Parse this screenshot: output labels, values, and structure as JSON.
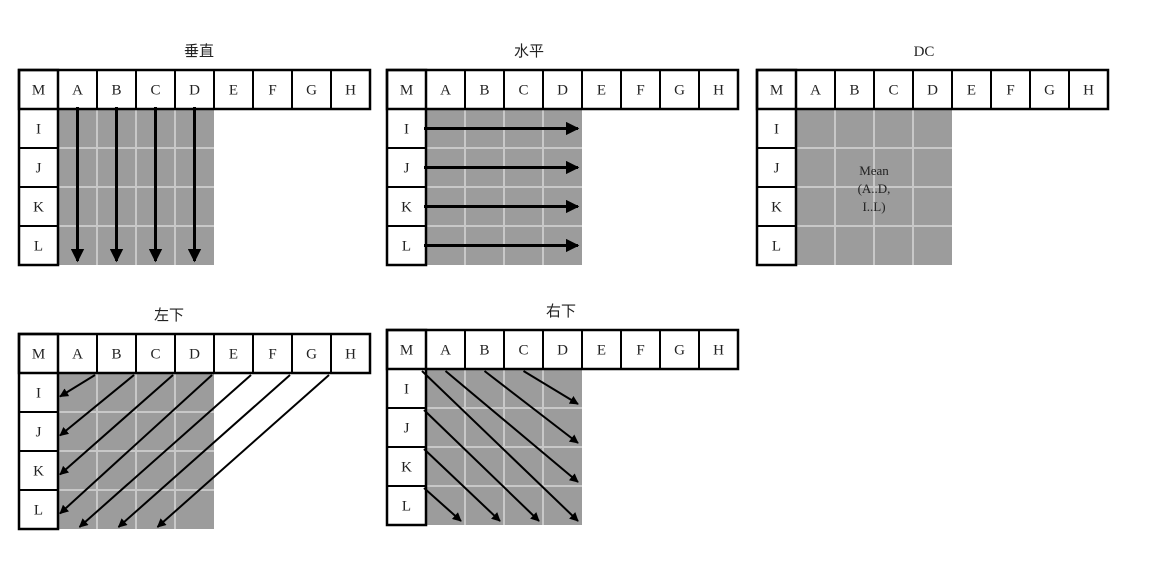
{
  "header_cells": [
    "M",
    "A",
    "B",
    "C",
    "D",
    "E",
    "F",
    "G",
    "H"
  ],
  "side_cells": [
    "I",
    "J",
    "K",
    "L"
  ],
  "panels": [
    {
      "id": "vertical",
      "title": "垂直",
      "mode": "vertical"
    },
    {
      "id": "horizontal",
      "title": "水平",
      "mode": "horizontal"
    },
    {
      "id": "dc",
      "title": "DC",
      "mode": "dc",
      "mean_lines": [
        "Mean",
        "(A..D,",
        "I..L)"
      ]
    },
    {
      "id": "down-left",
      "title": "左下",
      "mode": "down-left"
    },
    {
      "id": "down-right",
      "title": "右下",
      "mode": "down-right"
    }
  ],
  "colors": {
    "block_fill": "#9c9c9c",
    "grid_line": "#c8c8c8",
    "border": "#000000",
    "arrow": "#000000"
  }
}
